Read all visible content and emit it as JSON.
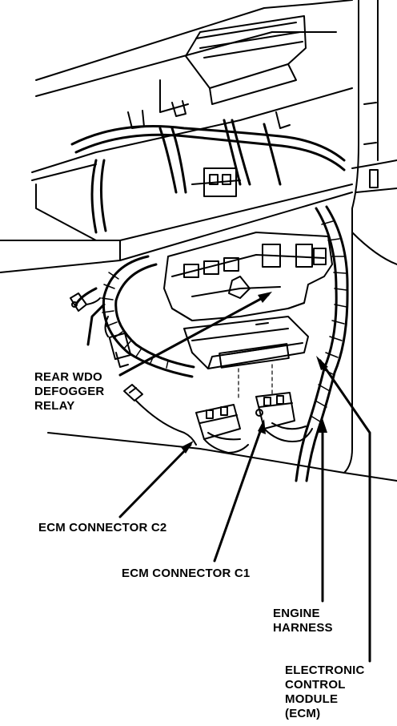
{
  "labels": {
    "defogger_relay": [
      "REAR WDO",
      "DEFOGGER",
      "RELAY"
    ],
    "ecm_c2": "ECM CONNECTOR C2",
    "ecm_c1": "ECM CONNECTOR C1",
    "engine_harness": [
      "ENGINE",
      "HARNESS"
    ],
    "ecm": [
      "ELECTRONIC",
      "CONTROL",
      "MODULE",
      "(ECM)"
    ]
  }
}
